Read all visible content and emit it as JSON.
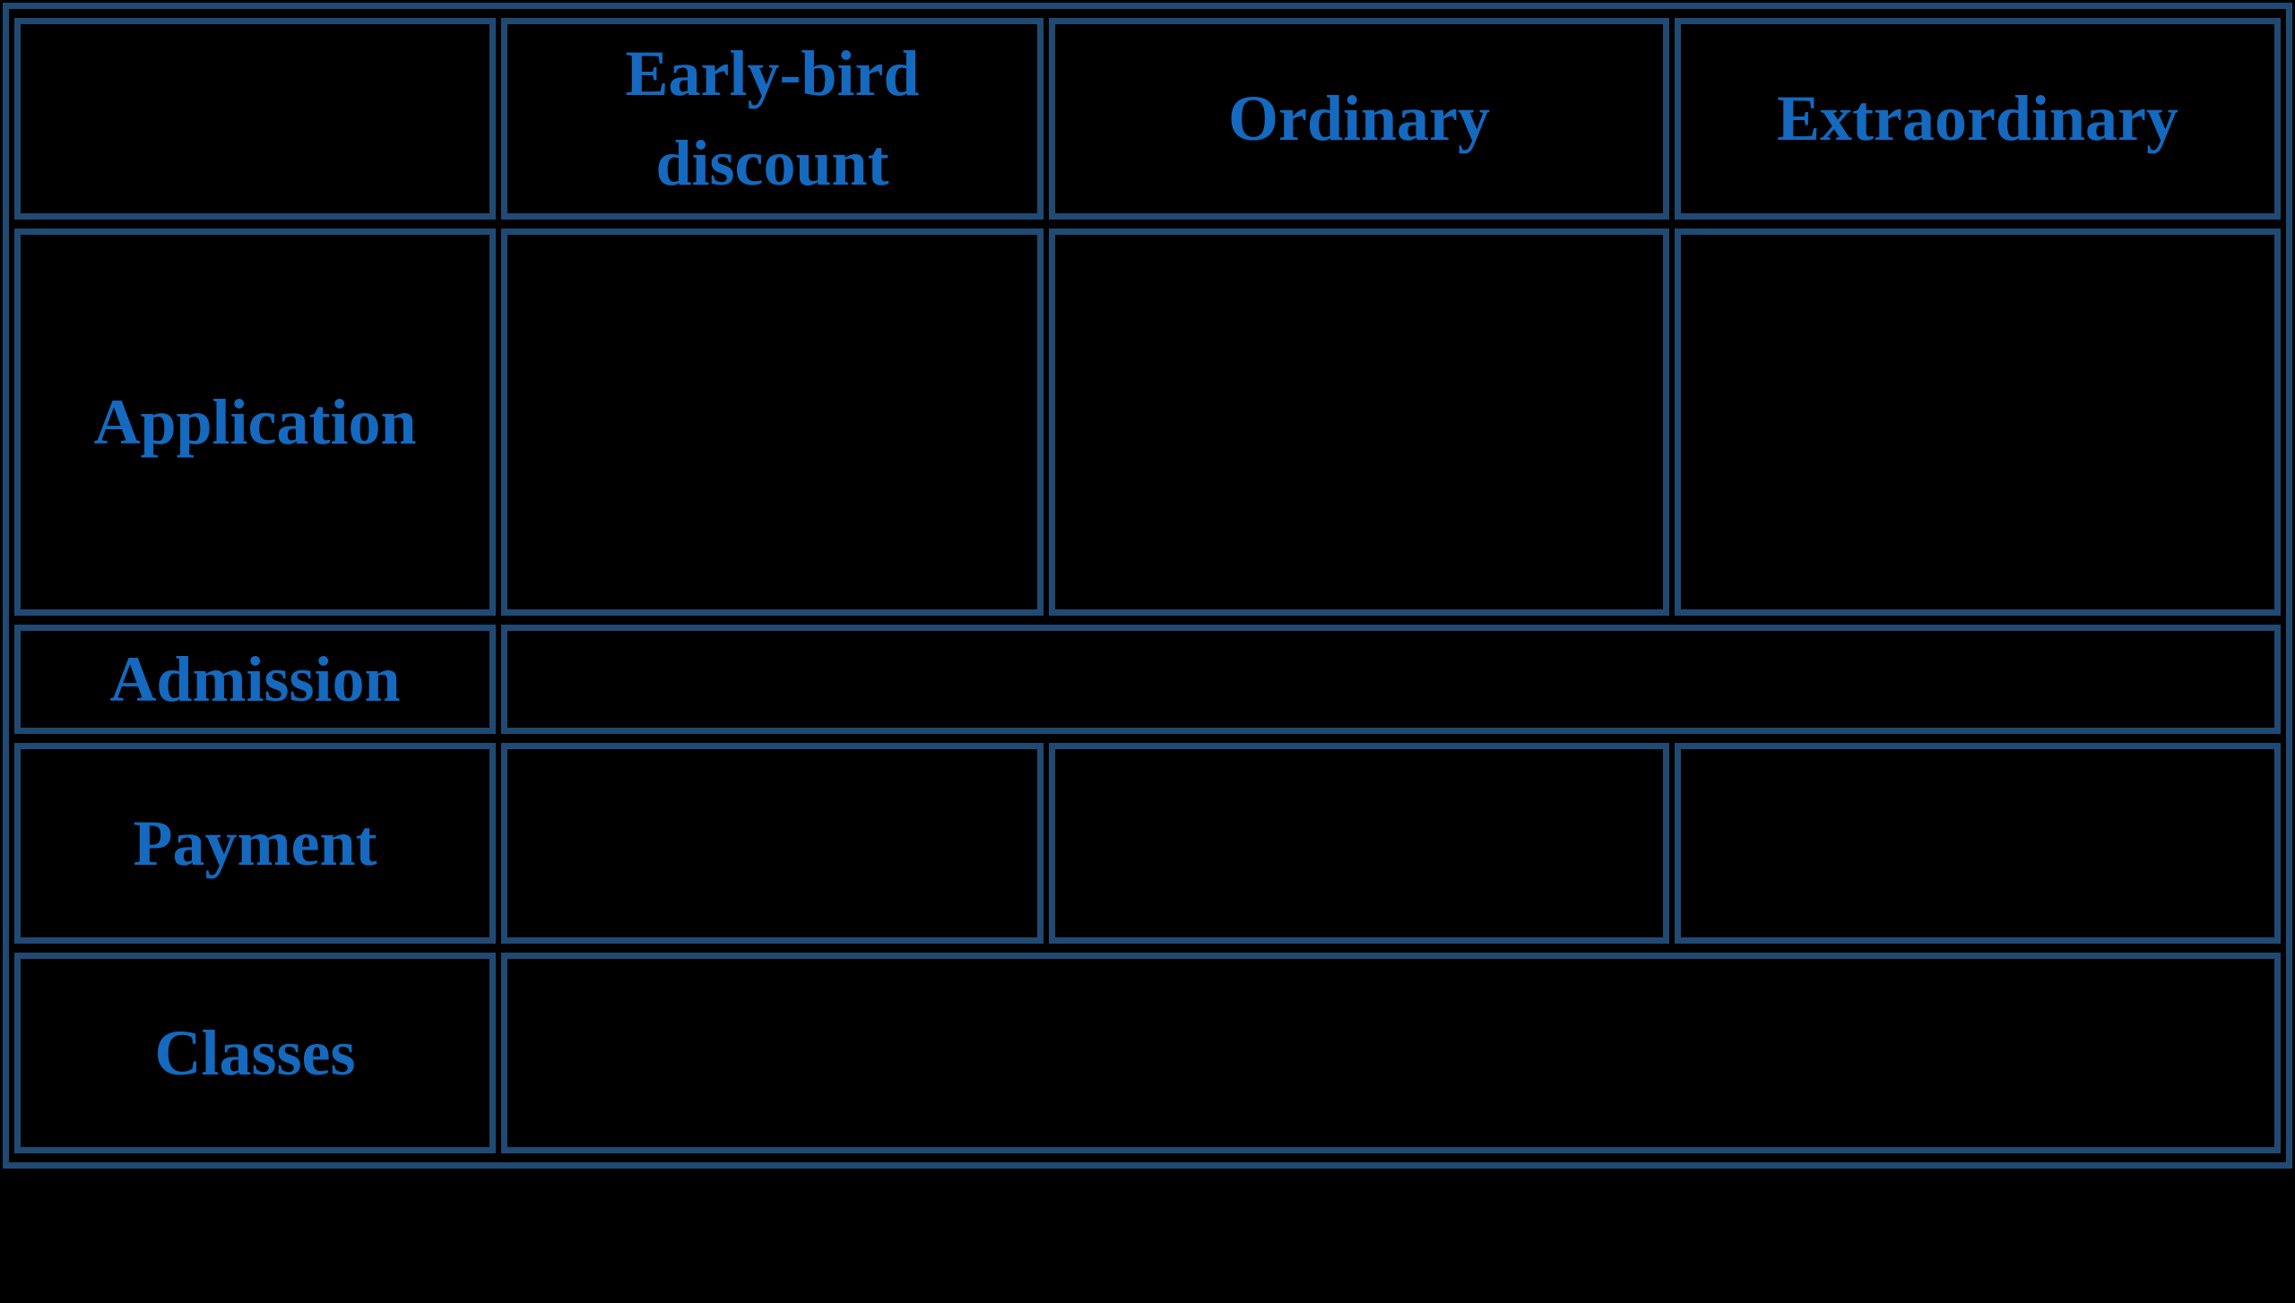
{
  "page": {
    "background_color": "#000000",
    "border_color": "#204A73",
    "text_color": "#1569BE"
  },
  "table": {
    "corner_label": "",
    "columns": [
      {
        "key": "early_bird",
        "label": "Early-bird\ndiscount"
      },
      {
        "key": "ordinary",
        "label": "Ordinary"
      },
      {
        "key": "extraordinary",
        "label": "Extraordinary"
      }
    ],
    "rows": [
      {
        "label": "Application",
        "merged": false,
        "cells": [
          "",
          "",
          ""
        ]
      },
      {
        "label": "Admission",
        "merged": true,
        "cells": [
          ""
        ]
      },
      {
        "label": "Payment",
        "merged": false,
        "cells": [
          "",
          "",
          ""
        ]
      },
      {
        "label": "Classes",
        "merged": true,
        "cells": [
          ""
        ]
      }
    ]
  }
}
